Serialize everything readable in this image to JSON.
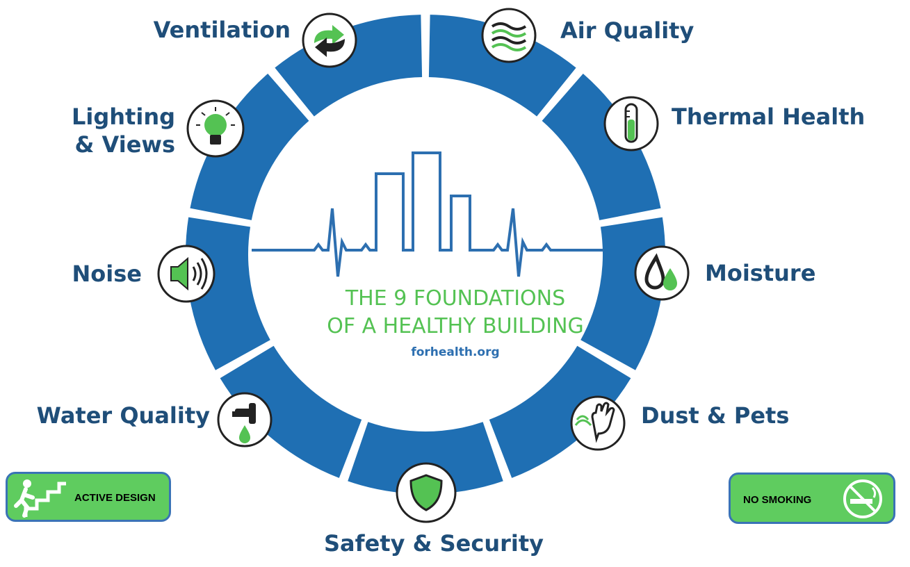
{
  "title_line1": "THE 9 FOUNDATIONS",
  "title_line2": "OF A HEALTHY BUILDING",
  "website": "forhealth.org",
  "foundations": {
    "ventilation": {
      "label": "Ventilation",
      "icon": "ventilation-arrows-icon"
    },
    "air_quality": {
      "label": "Air Quality",
      "icon": "air-waves-icon"
    },
    "thermal_health": {
      "label": "Thermal Health",
      "icon": "thermometer-icon"
    },
    "moisture": {
      "label": "Moisture",
      "icon": "water-drops-icon"
    },
    "dust_pets": {
      "label": "Dust & Pets",
      "icon": "wiping-hand-icon"
    },
    "safety_security": {
      "label": "Safety & Security",
      "icon": "shield-icon"
    },
    "water_quality": {
      "label": "Water Quality",
      "icon": "faucet-icon"
    },
    "noise": {
      "label": "Noise",
      "icon": "speaker-icon"
    },
    "lighting_views_line1": "Lighting",
    "lighting_views_line2": "& Views",
    "lighting_views_icon": "lightbulb-icon"
  },
  "badges": {
    "active_design": {
      "label": "ACTIVE DESIGN",
      "icon": "stairs-climber-icon"
    },
    "no_smoking": {
      "label": "NO SMOKING",
      "icon": "no-smoking-icon"
    }
  },
  "colors": {
    "ring_blue": "#1f6fb3",
    "accent_green": "#54c253",
    "label_navy": "#1f4e79",
    "badge_green": "#5fcc5f"
  }
}
